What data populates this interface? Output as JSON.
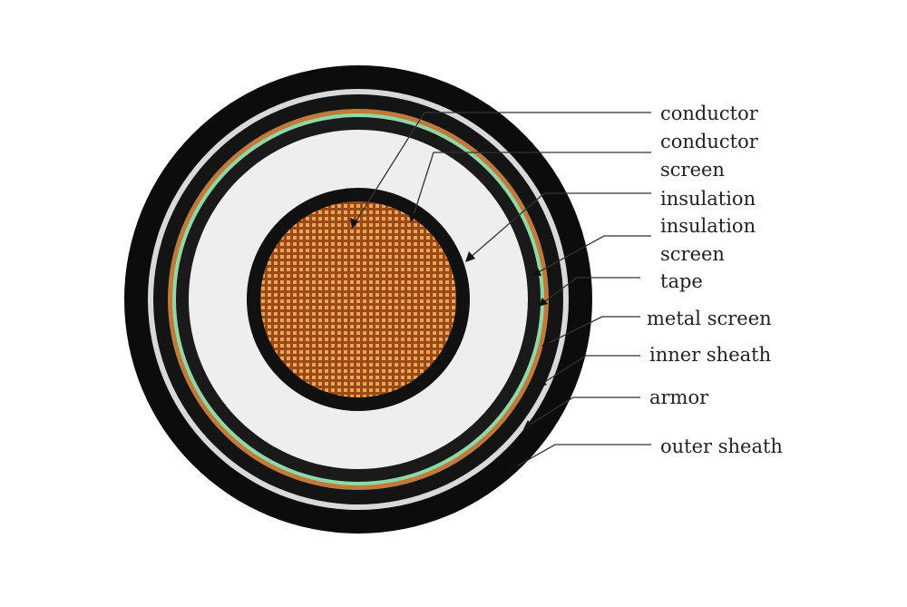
{
  "labels": {
    "conductor": "conductor",
    "conductor_screen_1": "conductor",
    "conductor_screen_2": "screen",
    "insulation": "insulation",
    "insulation_screen_1": "insulation",
    "insulation_screen_2": "screen",
    "tape": "tape",
    "metal_screen": "metal screen",
    "inner_sheath": "inner sheath",
    "armor": "armor",
    "outer_sheath": "outer sheath"
  },
  "colors": {
    "outer_sheath": "#0c0c0c",
    "armor": "#d9d9d9",
    "inner_sheath": "#101010",
    "metal_screen": "#c07a3c",
    "tape": "#8fd9a8",
    "insulation": "#eeeeee",
    "conductor": "#a8541a",
    "conductor_grid": "#f0b070"
  }
}
